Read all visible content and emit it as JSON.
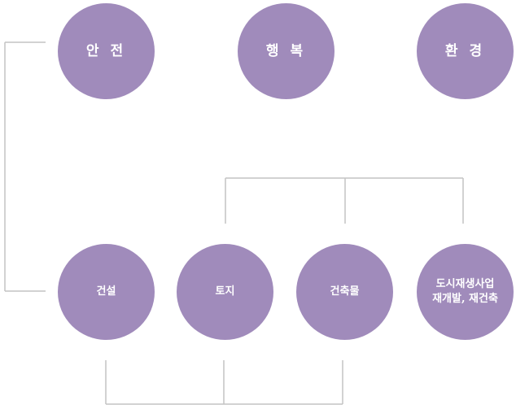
{
  "colors": {
    "node_fill": "#a08bbb",
    "node_text": "#ffffff",
    "connector": "#c3c3c3",
    "background": "#ffffff"
  },
  "top_row": [
    {
      "id": "safety",
      "label": "안 전"
    },
    {
      "id": "happiness",
      "label": "행 복"
    },
    {
      "id": "environment",
      "label": "환 경"
    }
  ],
  "bottom_row": [
    {
      "id": "construction",
      "label": "건설"
    },
    {
      "id": "land",
      "label": "토지"
    },
    {
      "id": "building",
      "label": "건축물"
    },
    {
      "id": "urban-regeneration",
      "line1": "도시재생사업",
      "line2": "재개발, 재건축"
    }
  ]
}
